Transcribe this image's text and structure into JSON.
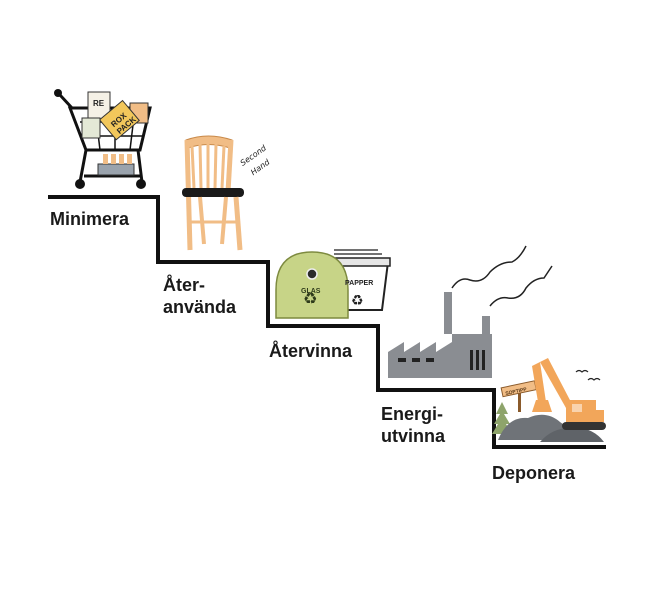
{
  "steps": [
    {
      "label": "Minimera"
    },
    {
      "label_line1": "Åter-",
      "label_line2": "använda"
    },
    {
      "label": "Återvinna"
    },
    {
      "label_line1": "Energi-",
      "label_line2": "utvinna"
    },
    {
      "label": "Deponera"
    }
  ],
  "illustrations": {
    "cart": {
      "icon": "shopping-cart-icon",
      "bag_text_1": "RE",
      "bag_text_2": "ROX",
      "bag_text_3": "PACK"
    },
    "chair": {
      "icon": "chair-icon",
      "note_line1": "Second",
      "note_line2": "Hand"
    },
    "recycling": {
      "icon": "recycling-bins-icon",
      "glass_label": "GLAS",
      "paper_label": "PAPPER"
    },
    "factory": {
      "icon": "factory-icon"
    },
    "landfill": {
      "icon": "landfill-excavator-icon",
      "sign_text": "SOPTIPP"
    }
  },
  "colors": {
    "line": "#111111",
    "chair_wood": "#f1bd86",
    "glass_bin": "#c7d487",
    "factory": "#8a8d92",
    "excavator": "#f2a65a",
    "soil": "#6f7378"
  }
}
